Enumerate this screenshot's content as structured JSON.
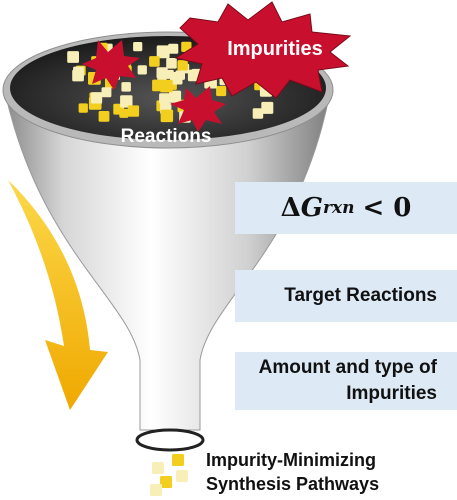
{
  "funnel": {
    "top_label": "Reactions",
    "burst_label": "Impurities"
  },
  "criteria": {
    "dg_symbol": "Δ",
    "dg_var": "G",
    "dg_sub": "rxn",
    "dg_rest": "< 0",
    "target": "Target Reactions",
    "impurities_line1": "Amount and type of",
    "impurities_line2": "Impurities"
  },
  "output": {
    "line1": "Impurity-Minimizing",
    "line2": "Synthesis Pathways"
  },
  "colors": {
    "arrow": "#f5b800",
    "burst": "#c8102e",
    "panel": "#dde9f5",
    "square_yellow": "#f2cf1e",
    "square_cream": "#f8efb8",
    "funnel_dark": "#2a2a2a"
  }
}
